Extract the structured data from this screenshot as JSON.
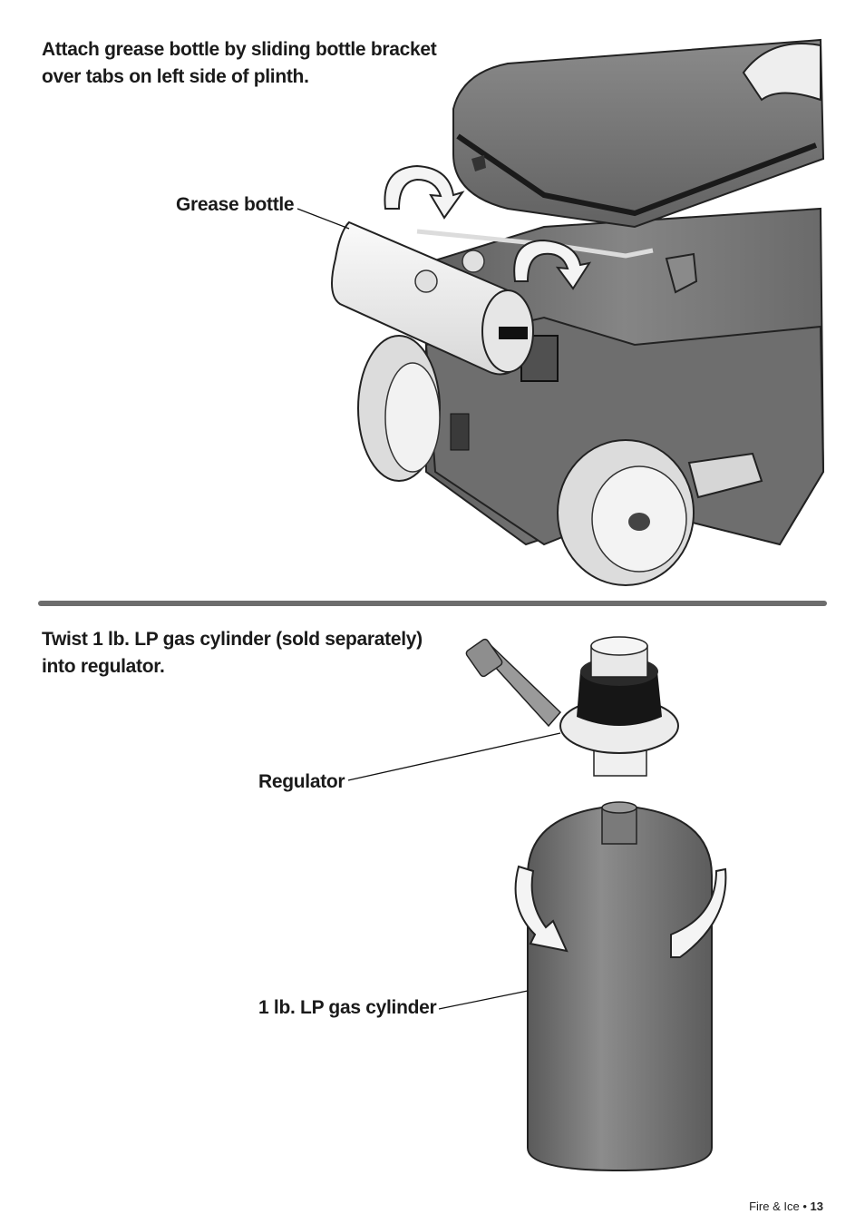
{
  "section1": {
    "instruction": "Attach grease bottle by sliding bottle bracket\nover tabs on left side of plinth.",
    "callout": "Grease bottle"
  },
  "section2": {
    "instruction": "Twist 1 lb. LP gas cylinder (sold separately)\ninto regulator.",
    "callout_regulator": "Regulator",
    "callout_cylinder": "1 lb. LP gas cylinder"
  },
  "footer": {
    "brand": "Fire & Ice",
    "separator": "•",
    "page_number": "13"
  },
  "colors": {
    "body_gray": "#7a7a7a",
    "dark_gray": "#4a4a4a",
    "light_part": "#ececec",
    "divider": "#6d6d6d"
  }
}
